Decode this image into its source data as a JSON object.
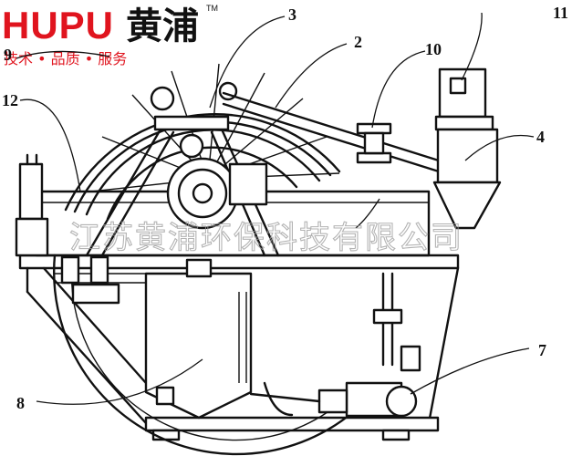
{
  "logo": {
    "brand_en": "HUPU",
    "brand_cn": "黄浦",
    "trademark": "TM",
    "tagline": "技术 • 品质 • 服务"
  },
  "watermark": "江苏黄浦环保科技有限公司",
  "callouts": {
    "n2": "2",
    "n3": "3",
    "n4": "4",
    "n7": "7",
    "n8": "8",
    "n9": "9",
    "n10": "10",
    "n11": "11",
    "n12": "12"
  },
  "colors": {
    "brand_red": "#e0141e",
    "line": "#111111",
    "watermark": "#9a9a9a"
  }
}
